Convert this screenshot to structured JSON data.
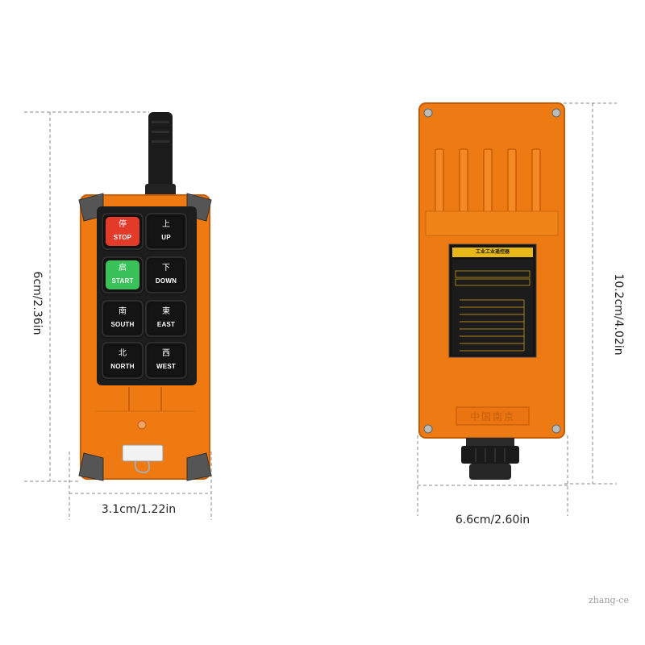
{
  "dimensions": {
    "handset_height": "6cm/2.36in",
    "handset_width": "3.1cm/1.22in",
    "receiver_height": "10.2cm/4.02in",
    "receiver_width": "6.6cm/2.60in"
  },
  "handset": {
    "body_color": "#f07a10",
    "buttons": [
      {
        "top": "停",
        "bottom": "STOP",
        "face_color": "#e33a2a",
        "text_color": "#ffffff"
      },
      {
        "top": "上",
        "bottom": "UP",
        "face_color": "#141414",
        "text_color": "#ffffff"
      },
      {
        "top": "启",
        "bottom": "START",
        "face_color": "#39c25a",
        "text_color": "#ffffff"
      },
      {
        "top": "下",
        "bottom": "DOWN",
        "face_color": "#141414",
        "text_color": "#ffffff"
      },
      {
        "top": "南",
        "bottom": "SOUTH",
        "face_color": "#141414",
        "text_color": "#ffffff"
      },
      {
        "top": "東",
        "bottom": "EAST",
        "face_color": "#141414",
        "text_color": "#ffffff"
      },
      {
        "top": "北",
        "bottom": "NORTH",
        "face_color": "#141414",
        "text_color": "#ffffff"
      },
      {
        "top": "西",
        "bottom": "WEST",
        "face_color": "#141414",
        "text_color": "#ffffff"
      }
    ]
  },
  "receiver": {
    "body_color": "#f07a10",
    "label_title": "工业工业遥控器",
    "emboss_text": "中国南京"
  },
  "watermark": "zhang-ce"
}
